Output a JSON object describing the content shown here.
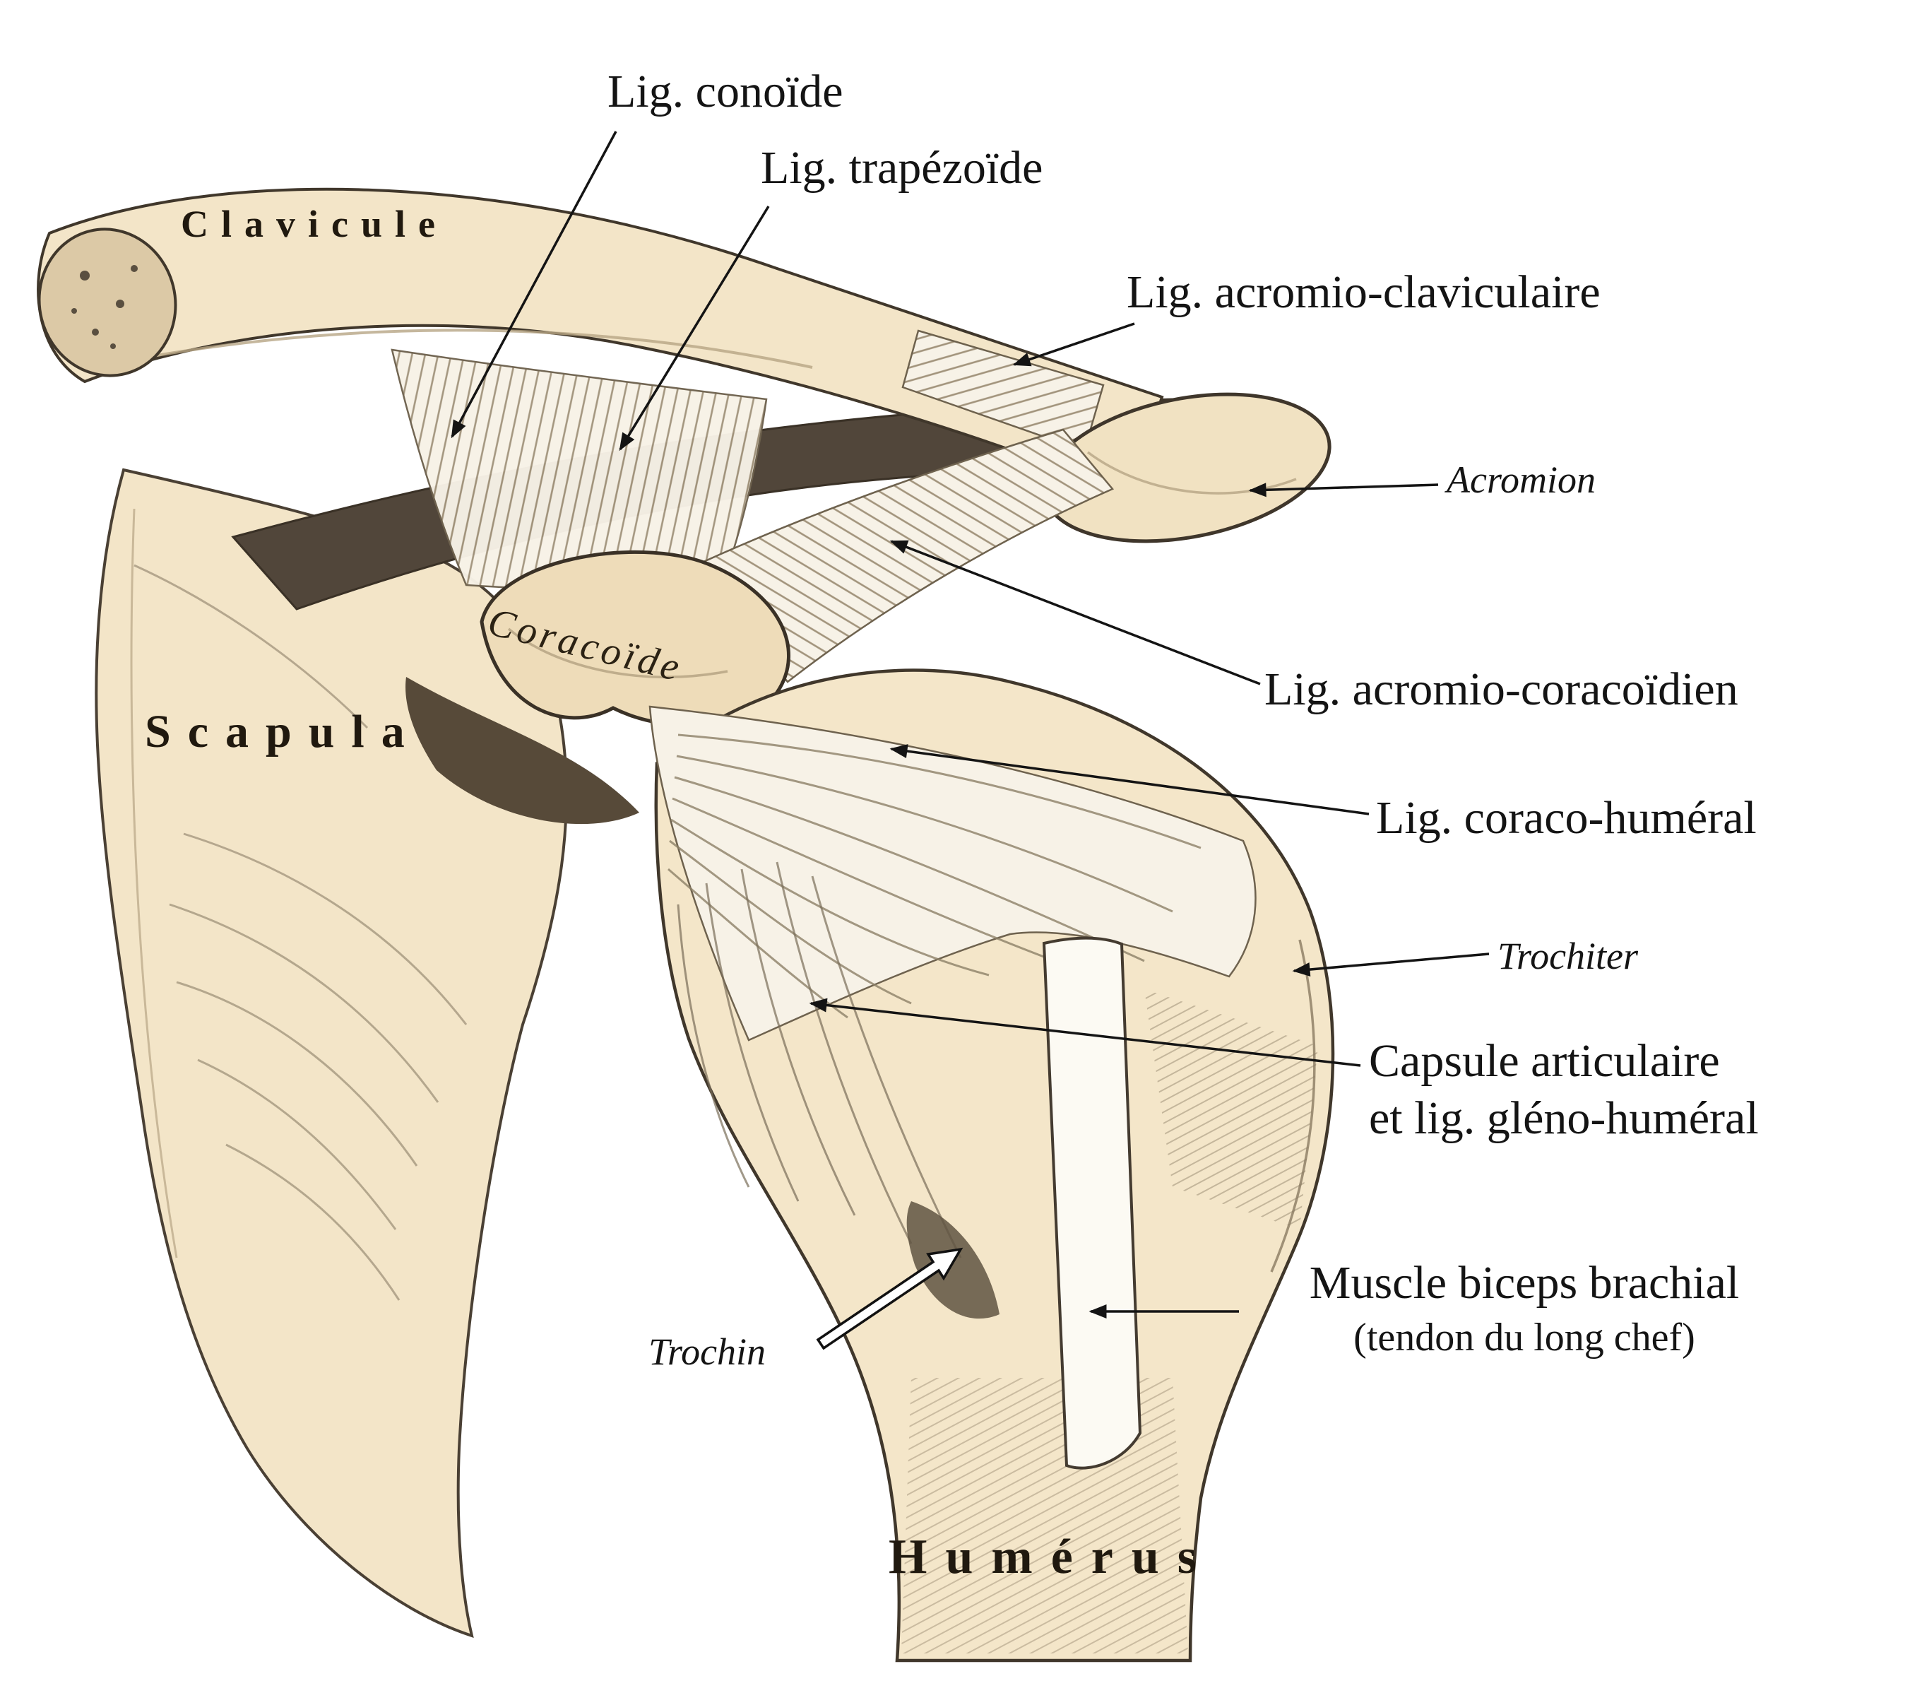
{
  "figure": {
    "colors": {
      "background": "#ffffff",
      "bone": "#f3e5c8",
      "bone_dark": "#e7d3ac",
      "outline": "#40372b",
      "shadow": "#55483a",
      "ligament": "#f7f2e7",
      "ink": "#141414"
    },
    "labels": {
      "lig_conoide": "Lig. conoïde",
      "lig_trapezoide": "Lig. trapézoïde",
      "clavicule": "Clavicule",
      "lig_acromio_claviculaire": "Lig. acromio-claviculaire",
      "acromion": "Acromion",
      "coracoide": "Coracoïde",
      "lig_acromio_coracoidien": "Lig. acromio-coracoïdien",
      "scapula": "Scapula",
      "lig_coraco_humeral": "Lig. coraco-huméral",
      "trochiter": "Trochiter",
      "capsule_line1": "Capsule articulaire",
      "capsule_line2": "et lig. gléno-huméral",
      "muscle_biceps": "Muscle biceps brachial",
      "muscle_biceps_sub": "(tendon du long chef)",
      "trochin": "Trochin",
      "humerus": "Humérus"
    }
  }
}
